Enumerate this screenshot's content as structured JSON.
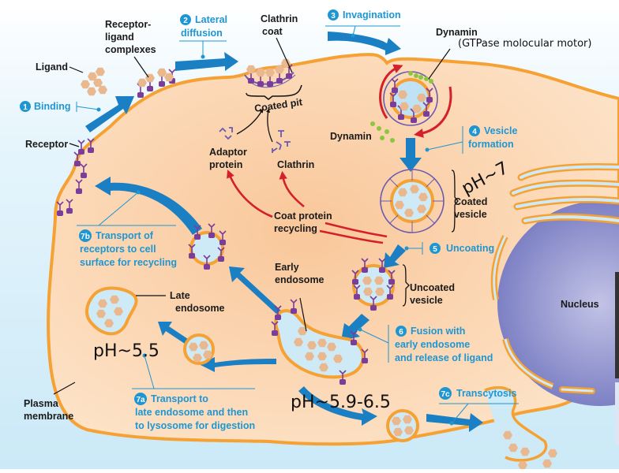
{
  "title": "Receptor-mediated endocytosis",
  "colors": {
    "step_blue": "#1e96d2",
    "arrow_blue": "#1b7fc4",
    "membrane_orange": "#f5a133",
    "cytoplasm": "#fbd6b0",
    "extracellular": "#cfeaf7",
    "ligand": "#e9b88f",
    "receptor": "#7a3d9a",
    "clathrin": "#6b5bb0",
    "dynamin_green": "#8cc63f",
    "recycle_red": "#d4202a",
    "nucleus": "#7b7fc4",
    "lumen": "#d3ecf8"
  },
  "labels": {
    "ligand": "Ligand",
    "receptor": "Receptor",
    "receptor_ligand_1": "Receptor-",
    "receptor_ligand_2": "ligand",
    "receptor_ligand_3": "complexes",
    "clathrin_coat_1": "Clathrin",
    "clathrin_coat_2": "coat",
    "coated_pit": "Coated pit",
    "adaptor_1": "Adaptor",
    "adaptor_2": "protein",
    "clathrin": "Clathrin",
    "dynamin_top": "Dynamin",
    "dynamin_note": "(GTPase molocular motor)",
    "dynamin_bottom": "Dynamin",
    "coated_vesicle_1": "Coated",
    "coated_vesicle_2": "vesicle",
    "coat_recycling_1": "Coat protein",
    "coat_recycling_2": "recycling",
    "uncoated_vesicle_1": "Uncoated",
    "uncoated_vesicle_2": "vesicle",
    "early_endosome_1": "Early",
    "early_endosome_2": "endosome",
    "late_endosome_1": "Late",
    "late_endosome_2": "endosome",
    "nucleus": "Nucleus",
    "plasma_membrane_1": "Plasma",
    "plasma_membrane_2": "membrane"
  },
  "steps": [
    {
      "num": "1",
      "lines": [
        "Binding"
      ]
    },
    {
      "num": "2",
      "lines": [
        "Lateral",
        "diffusion"
      ]
    },
    {
      "num": "3",
      "lines": [
        "Invagination"
      ]
    },
    {
      "num": "4",
      "lines": [
        "Vesicle",
        "formation"
      ]
    },
    {
      "num": "5",
      "lines": [
        "Uncoating"
      ]
    },
    {
      "num": "6",
      "lines": [
        "Fusion with",
        "early endosome",
        "and release of ligand"
      ]
    },
    {
      "num": "7a",
      "lines": [
        "Transport to",
        "late endosome and then",
        "to lysosome for digestion"
      ]
    },
    {
      "num": "7b",
      "lines": [
        "Transport of",
        "receptors to cell",
        "surface for recycling"
      ]
    },
    {
      "num": "7c",
      "lines": [
        "Transcytosis"
      ]
    }
  ],
  "annotations": {
    "ph_coated_vesicle": "pH~7",
    "ph_late_endosome": "pH~5.5",
    "ph_early_endosome": "pH~5.9-6.5"
  }
}
